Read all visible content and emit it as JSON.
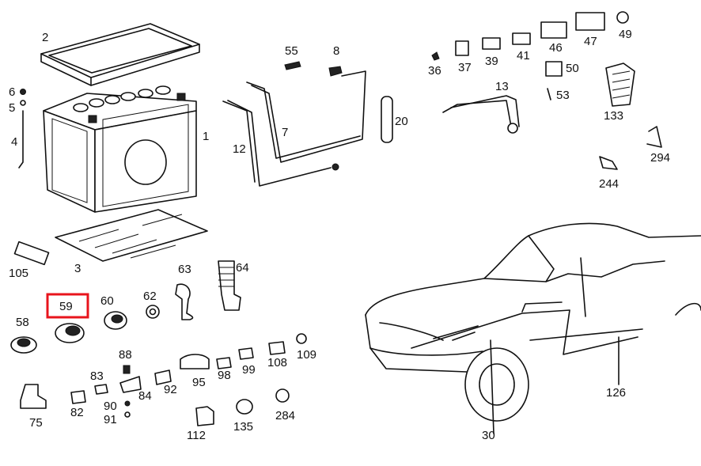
{
  "highlight_color": "#e8141c",
  "highlighted_part": "59",
  "callouts": {
    "p1": "1",
    "p2": "2",
    "p3": "3",
    "p4": "4",
    "p5": "5",
    "p6": "6",
    "p7": "7",
    "p8": "8",
    "p12": "12",
    "p13": "13",
    "p20": "20",
    "p30": "30",
    "p36": "36",
    "p37": "37",
    "p39": "39",
    "p41": "41",
    "p46": "46",
    "p47": "47",
    "p49": "49",
    "p50": "50",
    "p53": "53",
    "p55": "55",
    "p58": "58",
    "p59": "59",
    "p60": "60",
    "p62": "62",
    "p63": "63",
    "p64": "64",
    "p75": "75",
    "p82": "82",
    "p83": "83",
    "p84": "84",
    "p88": "88",
    "p90": "90",
    "p91": "91",
    "p92": "92",
    "p95": "95",
    "p98": "98",
    "p99": "99",
    "p105": "105",
    "p108": "108",
    "p109": "109",
    "p112": "112",
    "p126": "126",
    "p133": "133",
    "p135": "135",
    "p244": "244",
    "p284": "284",
    "p294": "294"
  }
}
